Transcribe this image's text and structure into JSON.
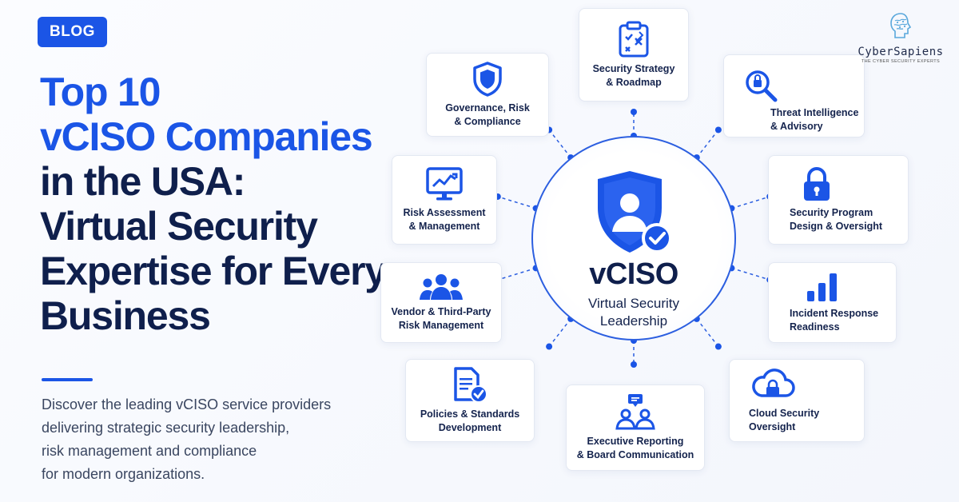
{
  "badge": "BLOG",
  "headline": {
    "blue_lines": [
      "Top 10",
      "vCISO Companies"
    ],
    "dark_lines": [
      "in the USA:",
      "Virtual Security",
      "Expertise for Every",
      "Business"
    ]
  },
  "description": [
    "Discover the leading vCISO service providers",
    "delivering strategic security leadership,",
    "risk management and compliance",
    "for modern organizations."
  ],
  "core": {
    "title": "vCISO",
    "sub": [
      "Virtual Security",
      "Leadership"
    ]
  },
  "logo": {
    "name": "CyberSapiens",
    "tagline": "THE CYBER SECURITY EXPERTS"
  },
  "services": [
    {
      "id": "strategy",
      "lines": [
        "Security Strategy",
        "& Roadmap"
      ],
      "icon": "clipboard-icon"
    },
    {
      "id": "threat",
      "lines": [
        "Threat Intelligence",
        "& Advisory"
      ],
      "icon": "magnifier-icon"
    },
    {
      "id": "program",
      "lines": [
        "Security Program",
        "Design & Oversight"
      ],
      "icon": "padlock-icon"
    },
    {
      "id": "incident",
      "lines": [
        "Incident Response",
        "Readiness"
      ],
      "icon": "bar-chart-icon"
    },
    {
      "id": "cloud",
      "lines": [
        "Cloud Security",
        "Oversight"
      ],
      "icon": "cloud-lock-icon"
    },
    {
      "id": "reporting",
      "lines": [
        "Executive Reporting",
        "& Board Communication"
      ],
      "icon": "people-chat-icon"
    },
    {
      "id": "policies",
      "lines": [
        "Policies & Standards",
        "Development"
      ],
      "icon": "document-check-icon"
    },
    {
      "id": "vendor",
      "lines": [
        "Vendor & Third-Party",
        "Risk Management"
      ],
      "icon": "team-icon"
    },
    {
      "id": "risk",
      "lines": [
        "Risk Assessment",
        "& Management"
      ],
      "icon": "monitor-chart-icon"
    },
    {
      "id": "governance",
      "lines": [
        "Governance, Risk",
        "& Compliance"
      ],
      "icon": "shield-icon"
    }
  ],
  "colors": {
    "accent": "#1b55e6",
    "text_dark": "#0f1f4c",
    "body_text": "#3a4660"
  }
}
